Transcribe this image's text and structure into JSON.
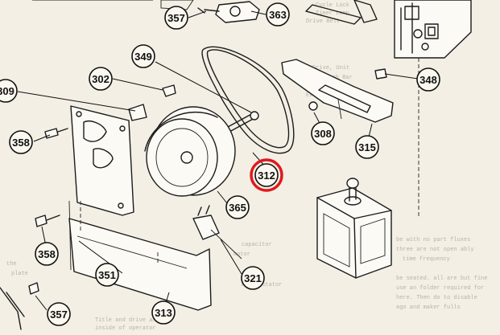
{
  "diagram": {
    "callouts": [
      {
        "label": "357"
      },
      {
        "label": "363"
      },
      {
        "label": "349"
      },
      {
        "label": "302"
      },
      {
        "label": "309"
      },
      {
        "label": "348"
      },
      {
        "label": "308"
      },
      {
        "label": "315"
      },
      {
        "label": "358"
      },
      {
        "label": "312",
        "highlighted": true
      },
      {
        "label": "365"
      },
      {
        "label": "358"
      },
      {
        "label": "351"
      },
      {
        "label": "321"
      },
      {
        "label": "357"
      },
      {
        "label": "313"
      }
    ],
    "highlight_color": "#e0191f"
  }
}
